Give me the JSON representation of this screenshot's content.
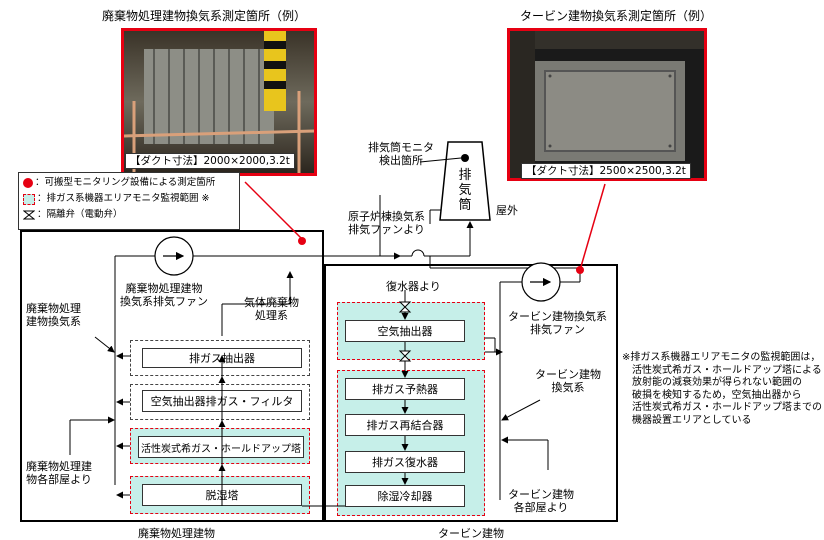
{
  "photos": {
    "left_title": "廃棄物処理建物換気系測定箇所（例）",
    "left_caption": "【ダクト寸法】2000×2000,3.2t",
    "right_title": "タービン建物換気系測定箇所（例）",
    "right_caption": "【ダクト寸法】2500×2500,3.2t"
  },
  "legend": {
    "item1": "：可搬型モニタリング設備による測定箇所",
    "item2": "：排ガス系機器エリアモニタ監視範囲 ※",
    "item3": "：隔離弁（電動弁）"
  },
  "labels": {
    "stack_monitor": "排気筒モニタ\n検出箇所",
    "stack_chars": [
      "排",
      "気",
      "筒"
    ],
    "outdoor": "屋外",
    "reactor_fan": "原子炉棟換気系\n排気ファンより",
    "waste_fan": "廃棄物処理建物\n換気系排気ファン",
    "gas_waste": "気体廃棄物\n処理系",
    "waste_vent": "廃棄物処理\n建物換気系",
    "waste_rooms": "廃棄物処理建\n物各部屋より",
    "waste_building": "廃棄物処理建物",
    "condenser_from": "復水器より",
    "turbine_fan": "タービン建物換気系\n排気ファン",
    "turbine_vent": "タービン建物\n換気系",
    "turbine_rooms": "タービン建物\n各部屋より",
    "turbine_building": "タービン建物"
  },
  "equipment": {
    "offgas_extractor": "排ガス抽出器",
    "filter": "空気抽出器排ガス・フィルタ",
    "charcoal": "活性炭式希ガス・ホールドアップ塔",
    "dehumid_tower": "脱湿塔",
    "air_extractor": "空気抽出器",
    "preheater": "排ガス予熱器",
    "recombiner": "排ガス再結合器",
    "offgas_condenser": "排ガス復水器",
    "dehumid_cooler": "除湿冷却器"
  },
  "footnote": "※排ガス系機器エリアモニタの監視範囲は，\n　活性炭式希ガス・ホールドアップ塔による\n　放射能の減衰効果が得られない範囲の\n　破損を検知するため，空気抽出器から\n　活性炭式希ガス・ホールドアップ塔までの\n　機器設置エリアとしている"
}
